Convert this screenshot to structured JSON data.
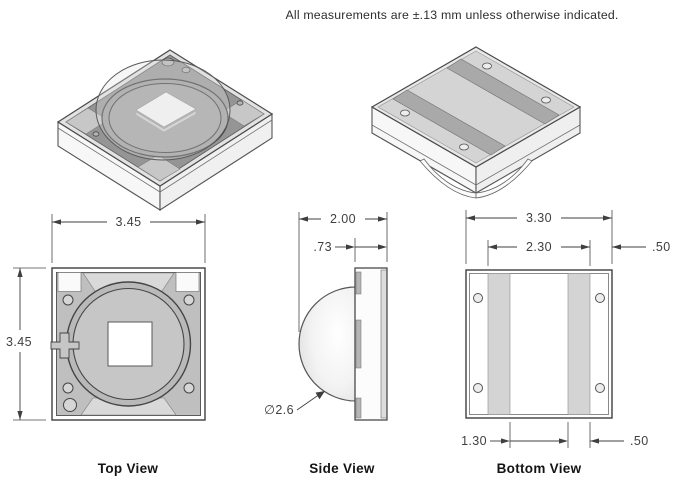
{
  "note": "All measurements are ±.13 mm unless otherwise indicated.",
  "top_view": {
    "label": "Top View",
    "width_mm": "3.45",
    "height_mm": "3.45"
  },
  "side_view": {
    "label": "Side View",
    "overall_width_mm": "2.00",
    "body_depth_mm": ".73",
    "lens_diameter": "∅2.6"
  },
  "bottom_view": {
    "label": "Bottom View",
    "overall_width_mm": "3.30",
    "pad_span_mm": "2.30",
    "right_margin_mm": ".50",
    "center_pad_mm": "1.30",
    "pad_width_mm": ".50"
  },
  "colors": {
    "line": "#3f3f3f",
    "substrate_gray": "#bfbfbf",
    "light_gray": "#d9d9d9",
    "dark_top": "#969696",
    "background": "#ffffff"
  }
}
